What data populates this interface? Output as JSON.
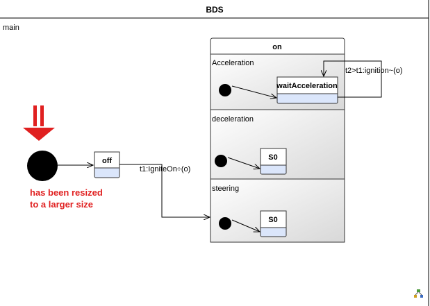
{
  "header": {
    "title": "BDS"
  },
  "region_label": "main",
  "composite_state": {
    "name": "on",
    "regions": [
      {
        "name": "Acceleration",
        "state": "waitAcceleration"
      },
      {
        "name": "deceleration",
        "state": "S0"
      },
      {
        "name": "steering",
        "state": "S0"
      }
    ]
  },
  "simple_state": {
    "name": "off"
  },
  "transitions": {
    "ignite": "t1:IgniteOn÷(o)",
    "self_loop": "t2>t1:ignition~(o)"
  },
  "annotation": {
    "line1": "has been resized",
    "line2": "to a larger size"
  },
  "colors": {
    "state_body": "#dbe6fb",
    "state_header": "#ffffff",
    "region_gradient_start": "#ffffff",
    "region_gradient_end": "#dcdcdc",
    "annotation": "#e02020",
    "border": "#333333"
  },
  "icons": {
    "arrow": "red-down-arrow-icon",
    "corner": "layout-tree-icon"
  }
}
